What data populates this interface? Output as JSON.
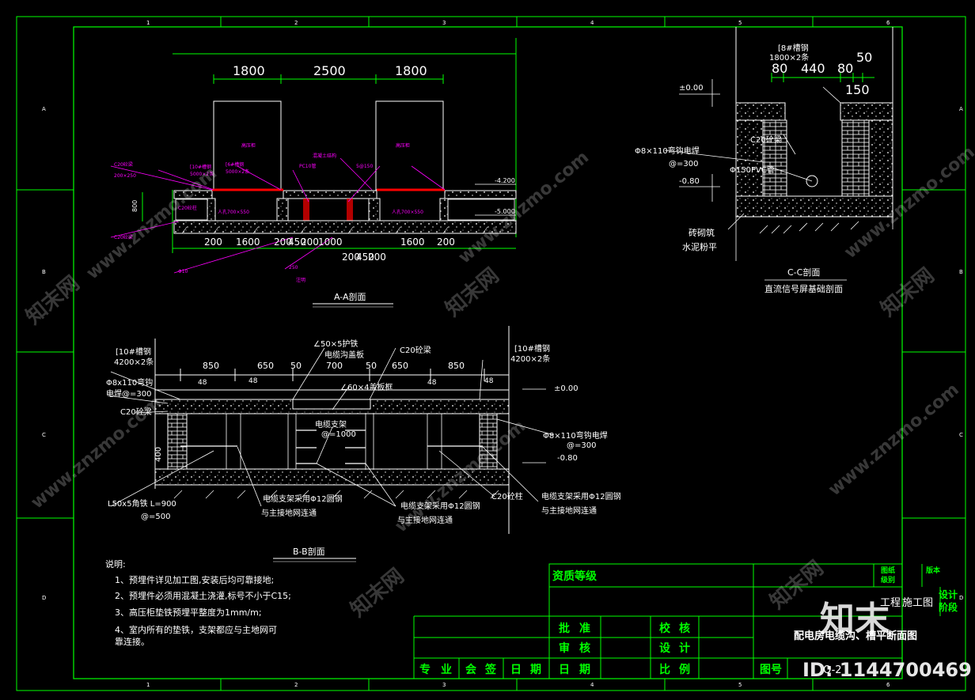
{
  "colors": {
    "border": "#00ff00",
    "line": "#ffffff",
    "label": "#ff00ff",
    "accent": "#ff0000",
    "dim": "#00ff00",
    "text": "#ffffff"
  },
  "grid": {
    "top": [
      "1",
      "2",
      "3",
      "4",
      "5",
      "6"
    ],
    "bottom": [
      "1",
      "2",
      "3",
      "4",
      "5",
      "6"
    ],
    "left": [
      "A",
      "B",
      "C",
      "D"
    ],
    "right": [
      "A",
      "B",
      "C",
      "D"
    ]
  },
  "aa": {
    "title": "A-A剖面",
    "dims_top": [
      "1800",
      "2500",
      "1800"
    ],
    "dims_bottom": [
      "200",
      "1600",
      "200",
      "450",
      "200",
      "1000",
      "200",
      "450",
      "200",
      "1600",
      "200"
    ],
    "dim_800": "800",
    "elev": [
      "-4.200",
      "-5.000"
    ],
    "labels": [
      "高压柜",
      "高压柜",
      "[10#槽钢",
      "5000×2条",
      "[6#槽钢",
      "5000×2条",
      "C20砼梁",
      "200×250",
      "PC10管",
      "混凝土结构",
      "C20砼梁",
      "人孔700×550",
      "人孔700×550",
      "Φ10",
      "C20砼柱",
      "250",
      "5@150",
      "注明"
    ]
  },
  "cc": {
    "title": "C-C剖面",
    "subtitle": "直流信号屏基础剖面",
    "top1": "[8#槽钢",
    "top2": "1800×2条",
    "dims": [
      "80",
      "440",
      "80",
      "50",
      "150"
    ],
    "elev": [
      "±0.00",
      "-0.80"
    ],
    "l1": "Φ8×110弯钩电焊",
    "l2": "@=300",
    "l3": "C20砼梁",
    "l4": "Φ150PVC管",
    "l5": "砖砌筑",
    "l6": "水泥粉平"
  },
  "bb": {
    "title": "B-B剖面",
    "dims": [
      "850",
      "650",
      "50",
      "700",
      "50",
      "650",
      "850"
    ],
    "sub": [
      "48",
      "48",
      "48",
      "48"
    ],
    "dim_400": "400",
    "left1": "[10#槽钢",
    "left2": "4200×2条",
    "left3": "Φ8x110弯钩",
    "left4": "电焊@=300",
    "left5": "C20砼梁",
    "left6": "L50x5角铁 L=900",
    "left7": "@=500",
    "right1": "[10#槽钢",
    "right2": "4200×2条",
    "right3": "±0.00",
    "right4": "Φ8×110弯钩电焊",
    "right5": "@=300",
    "right6": "-0.80",
    "mid1": "∠50×5护铁",
    "mid2": "电缆沟盖板",
    "mid3": "C20砼梁",
    "mid4": "∠60×4盖板框",
    "mid5": "电缆支架",
    "mid6": "@=1000",
    "bot1": "电缆支架采用Φ12圆钢",
    "bot2": "与主接地网连通",
    "bot3": "电缆支架采用Φ12圆钢",
    "bot4": "与主接地网连通",
    "bot5": "C20砼柱",
    "bot6": "电缆支架采用Φ12圆钢",
    "bot7": "与主接地网连通"
  },
  "notes": {
    "head": "说明:",
    "items": [
      "1、预埋件详见加工图,安装后均可靠接地;",
      "2、预埋件必须用混凝土浇灌,标号不小于C15;",
      "3、高压柜垫铁预埋平整度为1mm/m;",
      "4、室内所有的垫铁，支架都应与主地网可",
      "靠连接。"
    ]
  },
  "title_block": {
    "qual": "资质等级",
    "f1": "图纸",
    "f2": "级别",
    "f3": "版本",
    "project": "工程",
    "stage_val": "施工图",
    "stage1": "设计",
    "stage2": "阶段",
    "drawing": "配电房电缆沟、槽平断面图",
    "r1": [
      "批",
      "准"
    ],
    "r1b": [
      "校",
      "核"
    ],
    "r2": [
      "审",
      "核"
    ],
    "r2b": [
      "设",
      "计"
    ],
    "r3": [
      "日",
      "期"
    ],
    "r3b": [
      "比",
      "例"
    ],
    "bottom": [
      "专",
      "业",
      "会",
      "签",
      "日",
      "期"
    ],
    "no": "图号",
    "no_val": "Q-2"
  },
  "watermark": {
    "site": "www.znzmo.com",
    "brand": "知末网",
    "logo": "知末",
    "id": "ID: 1144700469"
  }
}
